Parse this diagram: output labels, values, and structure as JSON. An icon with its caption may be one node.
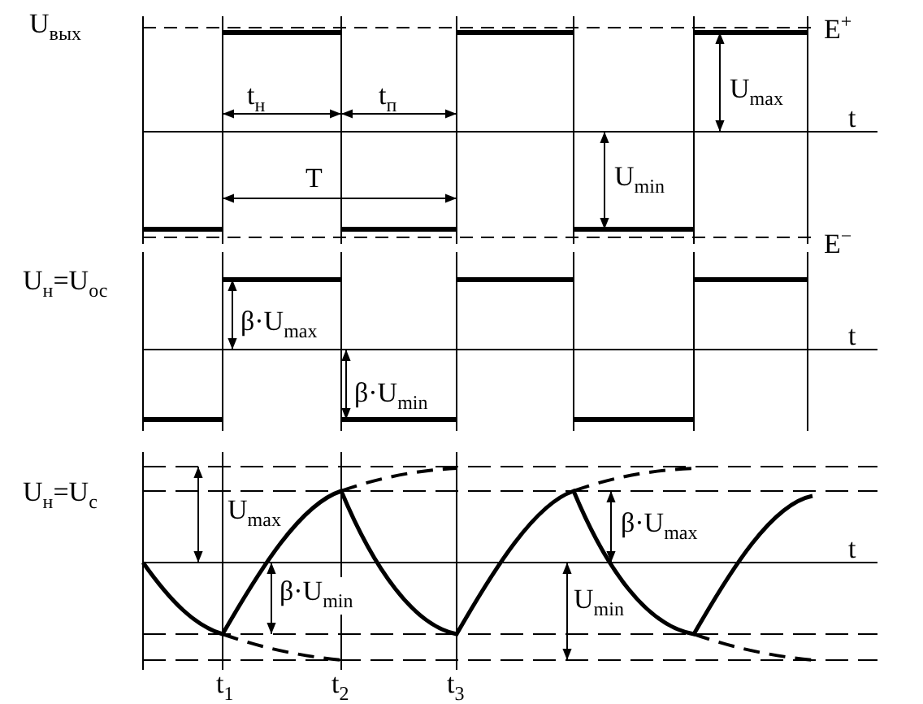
{
  "diagram": {
    "labels": [
      "U$_{вых}$",
      "E$^{+}$",
      "t$_{н}$",
      "t$_{п}$",
      "U$_{max}$",
      "t",
      "T",
      "U$_{min}$",
      "E$^{−}$",
      "U$_{н}$=U$_{ос}$",
      "β·U$_{max}$",
      "t",
      "β·U$_{min}$",
      "U$_{н}$=U$_{с}$",
      "U$_{max}$",
      "β·U$_{max}$",
      "t",
      "β·U$_{min}$",
      "U$_{min}$",
      "t$_{1}$",
      "t$_{2}$",
      "t$_{3}$"
    ]
  }
}
